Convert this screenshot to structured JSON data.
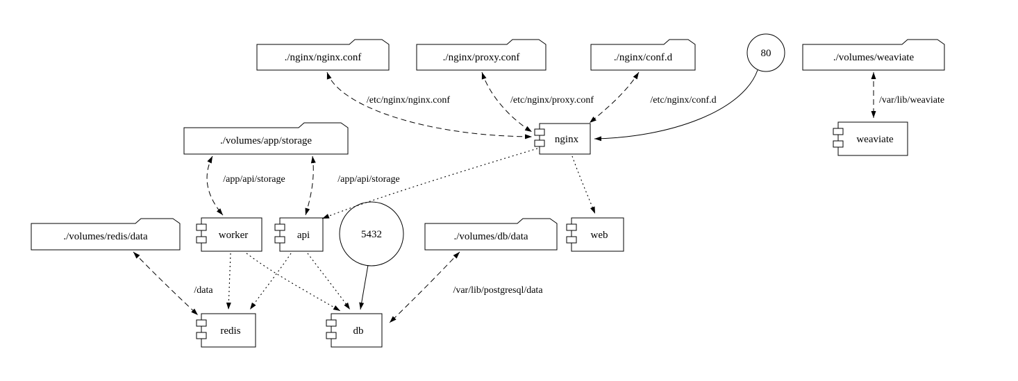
{
  "colors": {
    "background": "#ffffff",
    "node_fill": "#ffffff",
    "stroke": "#000000",
    "text": "#000000"
  },
  "folders": [
    {
      "label": "./nginx/nginx.conf"
    },
    {
      "label": "./nginx/proxy.conf"
    },
    {
      "label": "./nginx/conf.d"
    },
    {
      "label": "./volumes/weaviate"
    },
    {
      "label": "./volumes/app/storage"
    },
    {
      "label": "./volumes/redis/data"
    },
    {
      "label": "./volumes/db/data"
    }
  ],
  "components": [
    {
      "label": "nginx"
    },
    {
      "label": "weaviate"
    },
    {
      "label": "worker"
    },
    {
      "label": "api"
    },
    {
      "label": "web"
    },
    {
      "label": "redis"
    },
    {
      "label": "db"
    }
  ],
  "ports": [
    {
      "label": "80"
    },
    {
      "label": "5432"
    }
  ],
  "edges": [
    {
      "from": "./nginx/nginx.conf",
      "to": "nginx",
      "label": "/etc/nginx/nginx.conf",
      "type": "volume-mount",
      "style": "dashed-bidirectional"
    },
    {
      "from": "./nginx/proxy.conf",
      "to": "nginx",
      "label": "/etc/nginx/proxy.conf",
      "type": "volume-mount",
      "style": "dashed-bidirectional"
    },
    {
      "from": "./nginx/conf.d",
      "to": "nginx",
      "label": "/etc/nginx/conf.d",
      "type": "volume-mount",
      "style": "dashed-bidirectional"
    },
    {
      "from": "80",
      "to": "nginx",
      "label": "",
      "type": "port-mapping",
      "style": "solid"
    },
    {
      "from": "./volumes/weaviate",
      "to": "weaviate",
      "label": "/var/lib/weaviate",
      "type": "volume-mount",
      "style": "dashed-bidirectional"
    },
    {
      "from": "./volumes/app/storage",
      "to": "worker",
      "label": "/app/api/storage",
      "type": "volume-mount",
      "style": "dashed-bidirectional"
    },
    {
      "from": "./volumes/app/storage",
      "to": "api",
      "label": "/app/api/storage",
      "type": "volume-mount",
      "style": "dashed-bidirectional"
    },
    {
      "from": "./volumes/redis/data",
      "to": "redis",
      "label": "/data",
      "type": "volume-mount",
      "style": "dashed-bidirectional"
    },
    {
      "from": "./volumes/db/data",
      "to": "db",
      "label": "/var/lib/postgresql/data",
      "type": "volume-mount",
      "style": "dashed-bidirectional"
    },
    {
      "from": "5432",
      "to": "db",
      "label": "",
      "type": "port-mapping",
      "style": "solid"
    },
    {
      "from": "nginx",
      "to": "api",
      "label": "",
      "type": "depends-on",
      "style": "dotted"
    },
    {
      "from": "nginx",
      "to": "web",
      "label": "",
      "type": "depends-on",
      "style": "dotted"
    },
    {
      "from": "worker",
      "to": "redis",
      "label": "",
      "type": "depends-on",
      "style": "dotted"
    },
    {
      "from": "worker",
      "to": "db",
      "label": "",
      "type": "depends-on",
      "style": "dotted"
    },
    {
      "from": "api",
      "to": "redis",
      "label": "",
      "type": "depends-on",
      "style": "dotted"
    },
    {
      "from": "api",
      "to": "db",
      "label": "",
      "type": "depends-on",
      "style": "dotted"
    }
  ]
}
